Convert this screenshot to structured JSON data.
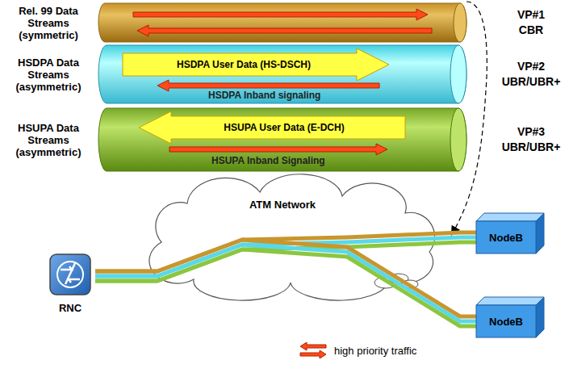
{
  "diagram": {
    "nodes": [
      {
        "text": [
          "Rel. 99 Data Streams (symmetric)",
          "VP#1",
          "CBR"
        ]
      },
      {
        "text": [
          "HSDPA Data Streams (asymmetric)",
          "VP#2",
          "UBR/UBR+"
        ]
      },
      {
        "text": [
          "HSDPA User Data (HS-DSCH)"
        ],
        "in": 1
      },
      {
        "text": [
          "HSUPA Data Streams (asymmetric)",
          "VP#3",
          "UBR/UBR+"
        ]
      },
      {
        "text": [
          "HSUPA User Data (E-DCH)"
        ],
        "in": 3
      },
      {
        "text": [
          "ATM Network"
        ]
      },
      {
        "text": [
          "RNC"
        ]
      },
      {
        "text": [
          "NodeB"
        ]
      },
      {
        "text": [
          "NodeB"
        ]
      }
    ],
    "edges": [
      {
        "from": 6,
        "to": 7,
        "arrow": "none"
      },
      {
        "from": 6,
        "to": 8,
        "arrow": "none"
      }
    ],
    "labels": [
      "HSDPA Inband signaling",
      "HSUPA Inband Signaling"
    ],
    "legend": [
      {
        "text": "high priority traffic"
      }
    ]
  }
}
